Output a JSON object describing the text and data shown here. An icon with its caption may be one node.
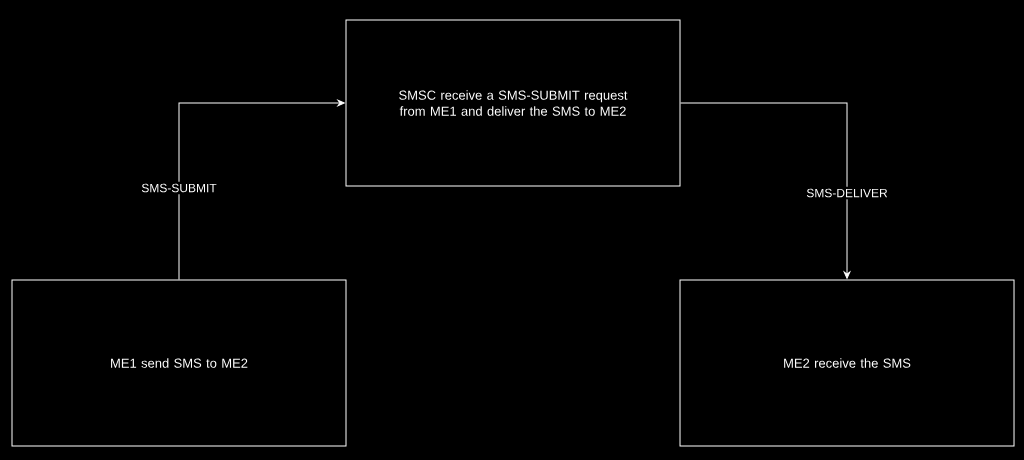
{
  "diagram": {
    "nodes": [
      {
        "text": [
          "ME1 send SMS to ME2"
        ]
      },
      {
        "text": [
          "SMSC receive a SMS-SUBMIT request from ME1 and deliver the SMS to ME2"
        ]
      },
      {
        "text": [
          "ME2 receive the SMS"
        ]
      }
    ],
    "edges": [
      {
        "from": 0,
        "to": 1,
        "arrow": "to",
        "label": "SMS-SUBMIT"
      },
      {
        "from": 1,
        "to": 2,
        "arrow": "to",
        "label": "SMS-DELIVER"
      }
    ]
  }
}
